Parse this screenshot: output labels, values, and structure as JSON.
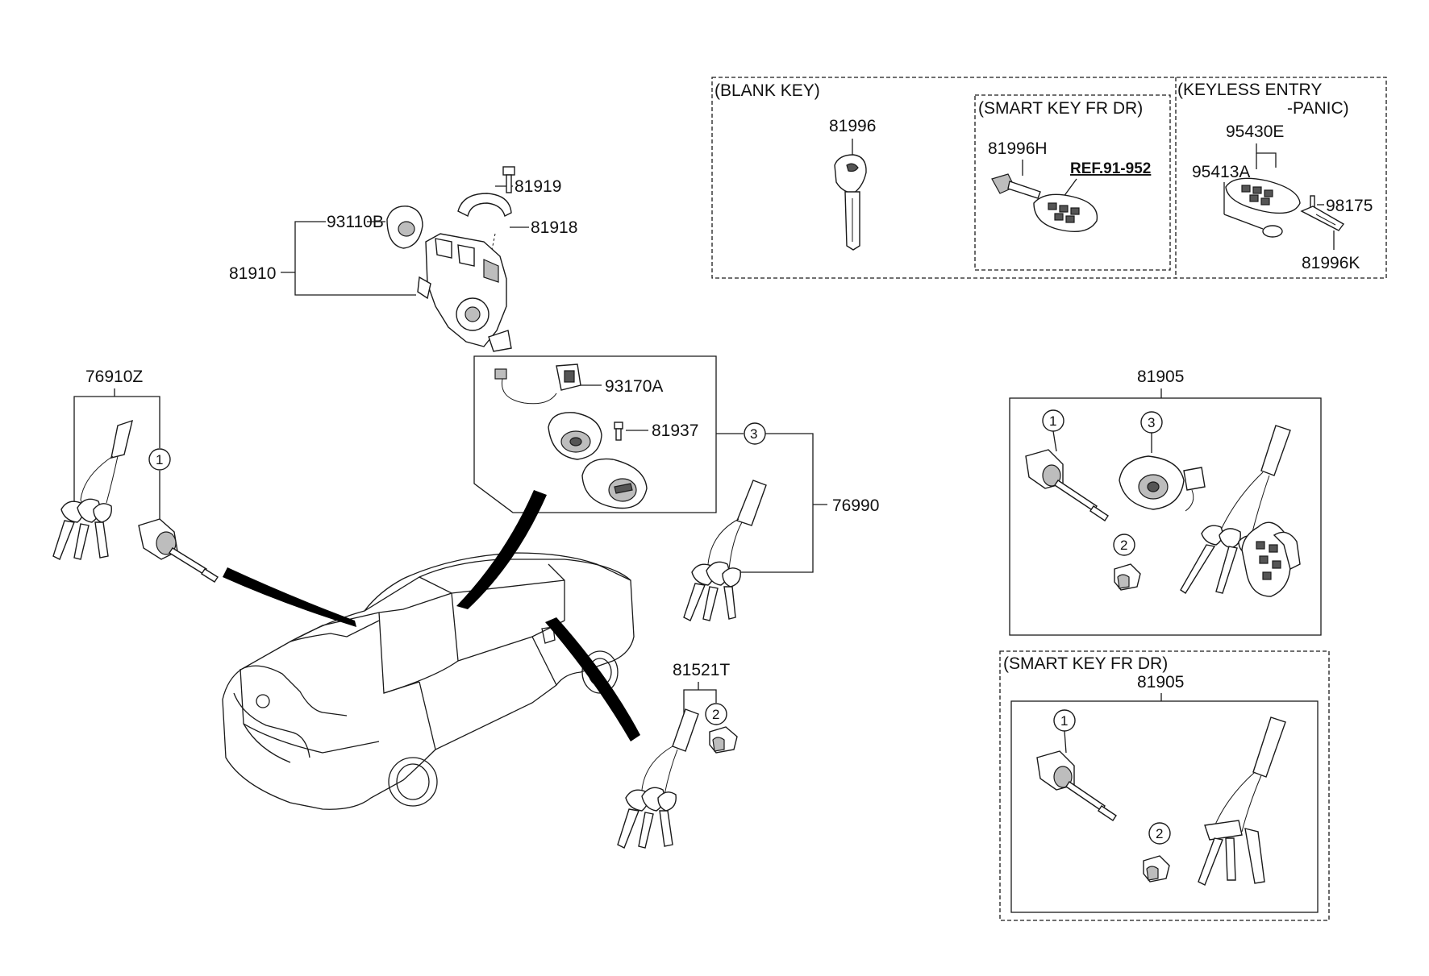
{
  "boxes": {
    "blank_key": "(BLANK KEY)",
    "smart_key_fr_dr_top": "(SMART KEY FR DR)",
    "keyless_entry_line1": "(KEYLESS ENTRY",
    "keyless_entry_line2": "-PANIC)",
    "smart_key_fr_dr_bottom": "(SMART KEY FR DR)"
  },
  "labels": {
    "p81996": "81996",
    "p81996H": "81996H",
    "ref": "REF.91-952",
    "p95430E": "95430E",
    "p95413A": "95413A",
    "p98175": "98175",
    "p81996K": "81996K",
    "p81919": "81919",
    "p81918": "81918",
    "p93110B": "93110B",
    "p81910": "81910",
    "p76910Z": "76910Z",
    "p93170A": "93170A",
    "p81937": "81937",
    "p76990": "76990",
    "p81521T": "81521T",
    "p81905_top": "81905",
    "p81905_bottom": "81905"
  },
  "callouts": {
    "one": "1",
    "two": "2",
    "three": "3"
  }
}
